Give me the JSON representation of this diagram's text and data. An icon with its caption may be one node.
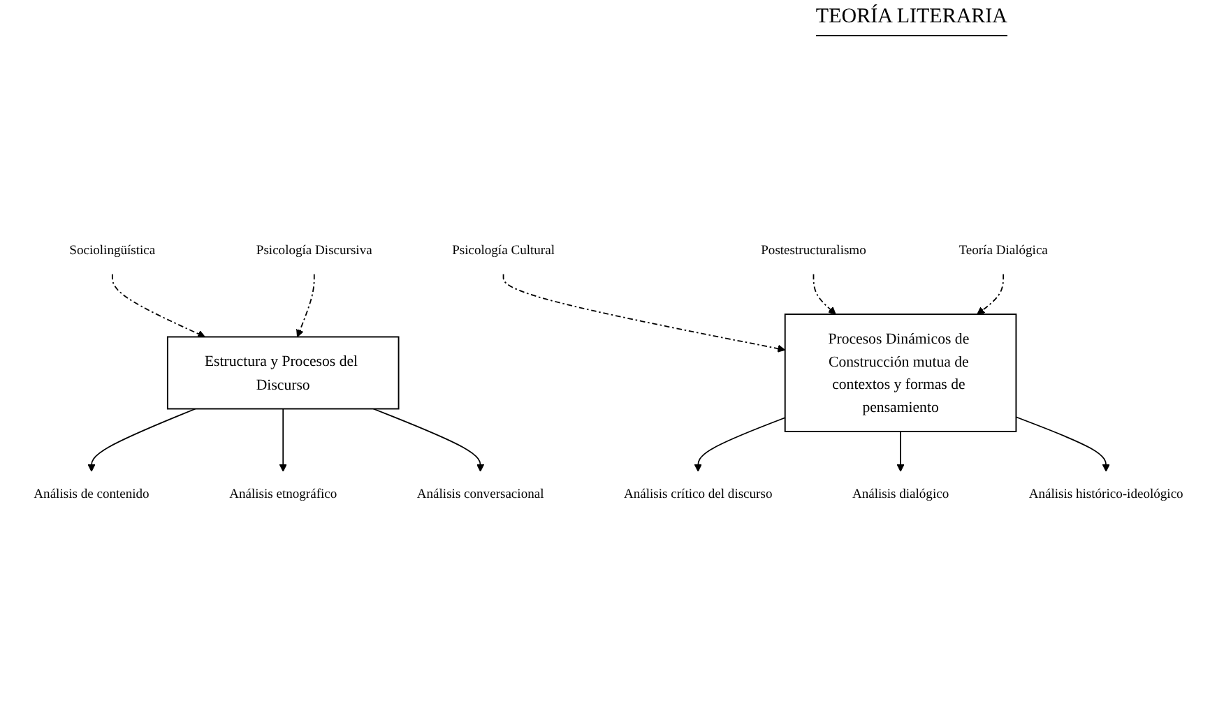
{
  "diagram": {
    "nodes": [
      {
        "text": [
          "Sociolingüística"
        ]
      },
      {
        "text": [
          "Psicología Discursiva"
        ]
      },
      {
        "text": [
          "Estructura y Procesos del Discurso"
        ]
      },
      {
        "text": [
          "Análisis de contenido"
        ]
      },
      {
        "text": [
          "Análisis etnográfico"
        ]
      },
      {
        "text": [
          "Análisis conversacional"
        ]
      },
      {
        "text": [
          "Psicología Cultural"
        ]
      },
      {
        "text": [
          "Postestructuralismo"
        ]
      },
      {
        "text": [
          "Teoría Dialógica"
        ]
      },
      {
        "text": [
          "Procesos Dinámicos de Construcción mutua de contextos y formas de pensamiento"
        ]
      },
      {
        "text": [
          "Análisis crítico del discurso"
        ]
      },
      {
        "text": [
          "Análisis dialógico"
        ]
      },
      {
        "text": [
          "Análisis histórico-ideológico"
        ]
      }
    ],
    "edges": [
      {
        "from": 0,
        "to": 2,
        "arrow": "to",
        "style": "dashed"
      },
      {
        "from": 1,
        "to": 2,
        "arrow": "to",
        "style": "dashed"
      },
      {
        "from": 2,
        "to": 3,
        "arrow": "to"
      },
      {
        "from": 2,
        "to": 4,
        "arrow": "to"
      },
      {
        "from": 2,
        "to": 5,
        "arrow": "to"
      },
      {
        "from": 6,
        "to": 9,
        "arrow": "to",
        "style": "dashed"
      },
      {
        "from": 7,
        "to": 9,
        "arrow": "to",
        "style": "dashed"
      },
      {
        "from": 8,
        "to": 9,
        "arrow": "to",
        "style": "dashed"
      },
      {
        "from": 9,
        "to": 10,
        "arrow": "to"
      },
      {
        "from": 9,
        "to": 11,
        "arrow": "to"
      },
      {
        "from": 9,
        "to": 12,
        "arrow": "to"
      }
    ],
    "labels": [
      "TEORÍA LITERARIA"
    ]
  }
}
